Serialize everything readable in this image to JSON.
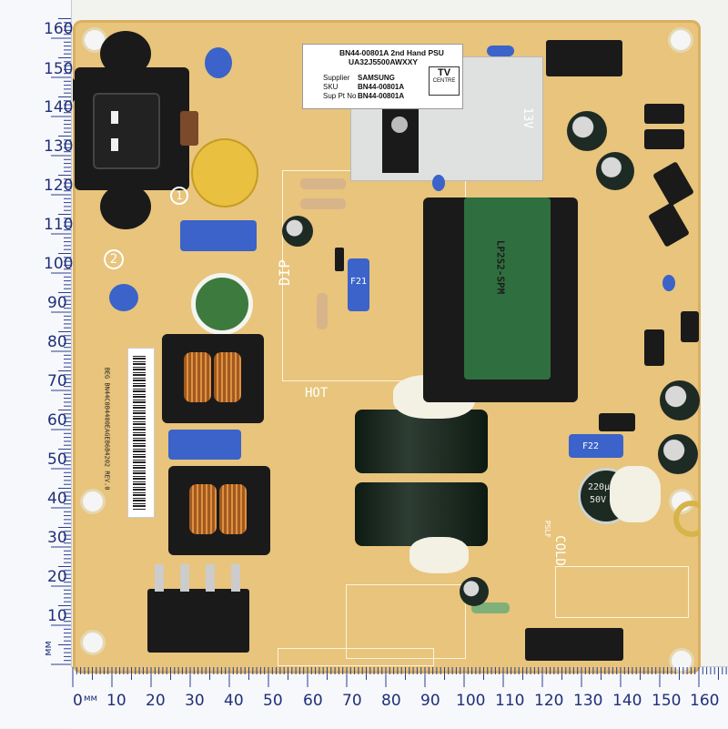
{
  "sticker": {
    "line1": "BN44-00801A 2nd Hand PSU",
    "line2": "UA32J5500AWXXY",
    "supplier_label": "Supplier",
    "supplier_value": "SAMSUNG",
    "sku_label": "SKU",
    "sku_value": "BN44-00801A",
    "suppt_label": "Sup Pt No",
    "suppt_value": "BN44-00801A",
    "logo_text": "TV",
    "logo_sub": "CENTRE"
  },
  "ruler_left": {
    "numbers": [
      "160",
      "150",
      "140",
      "130",
      "120",
      "110",
      "100",
      "90",
      "80",
      "70",
      "60",
      "50",
      "40",
      "30",
      "20",
      "10"
    ],
    "unit": "мм"
  },
  "ruler_bottom": {
    "zero": "0",
    "unit": "мм",
    "numbers": [
      "10",
      "20",
      "30",
      "40",
      "50",
      "60",
      "70",
      "80",
      "90",
      "100",
      "110",
      "120",
      "130",
      "140",
      "150",
      "160"
    ]
  },
  "silkscreen": {
    "hot": "HOT",
    "cold": "COLD",
    "dip": "DIP",
    "v13": "13V",
    "f21": "F21",
    "f22": "F22",
    "circle2": "2",
    "circle1": "1",
    "barcode": "BEG BN44C0B4400EAGEB6B4202 REV.0",
    "trans": "LP2S2-SPM",
    "cap1": "220μ",
    "cap2": "50V",
    "model": "PSLF"
  }
}
